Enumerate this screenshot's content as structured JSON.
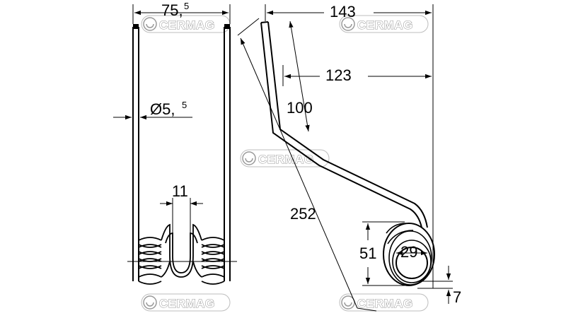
{
  "watermark": {
    "text": "CERMAG"
  },
  "dimensions": {
    "width_outer": {
      "main": "75,",
      "sup": "5"
    },
    "wire_diameter": {
      "main": "Ø5,",
      "sup": "5"
    },
    "loop_gap": "11",
    "total_width": "143",
    "arm_reach": "123",
    "upper_leg": "100",
    "total_length": "252",
    "coil_outer": "51",
    "coil_inner": "29",
    "offset": "7"
  }
}
